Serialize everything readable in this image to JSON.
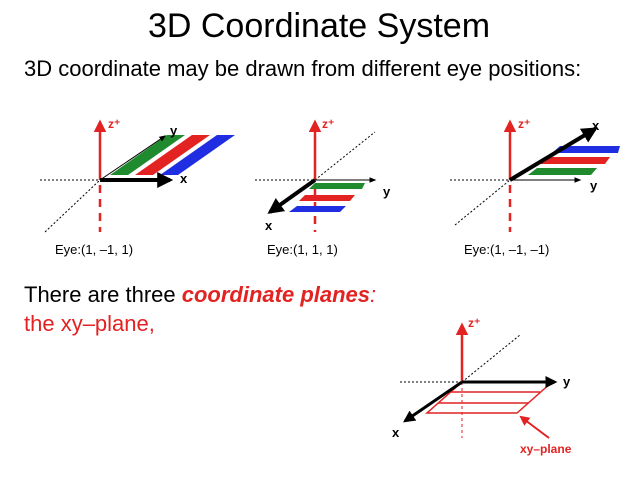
{
  "slide": {
    "title": "3D Coordinate System",
    "intro": "3D coordinate may be drawn from different eye positions:",
    "planes_prefix": "There are three ",
    "planes_emphasis": "coordinate planes",
    "planes_colon": ":",
    "xy_text": "the xy–plane,"
  },
  "diagrams": [
    {
      "eye_label": "Eye:(1, –1, 1)",
      "z_label": "z⁺",
      "x_label": "x",
      "y_label": "y"
    },
    {
      "eye_label": "Eye:(1, 1, 1)",
      "z_label": "z⁺",
      "x_label": "x",
      "y_label": "y"
    },
    {
      "eye_label": "Eye:(1, –1, –1)",
      "z_label": "z⁺",
      "x_label": "x",
      "y_label": "y"
    }
  ],
  "xy_diagram": {
    "z_label": "z⁺",
    "x_label": "x",
    "y_label": "y",
    "plane_label": "xy–plane"
  },
  "colors": {
    "red": "#e32222",
    "green": "#1f8a2e",
    "blue": "#1f2ee0",
    "black": "#000000"
  }
}
